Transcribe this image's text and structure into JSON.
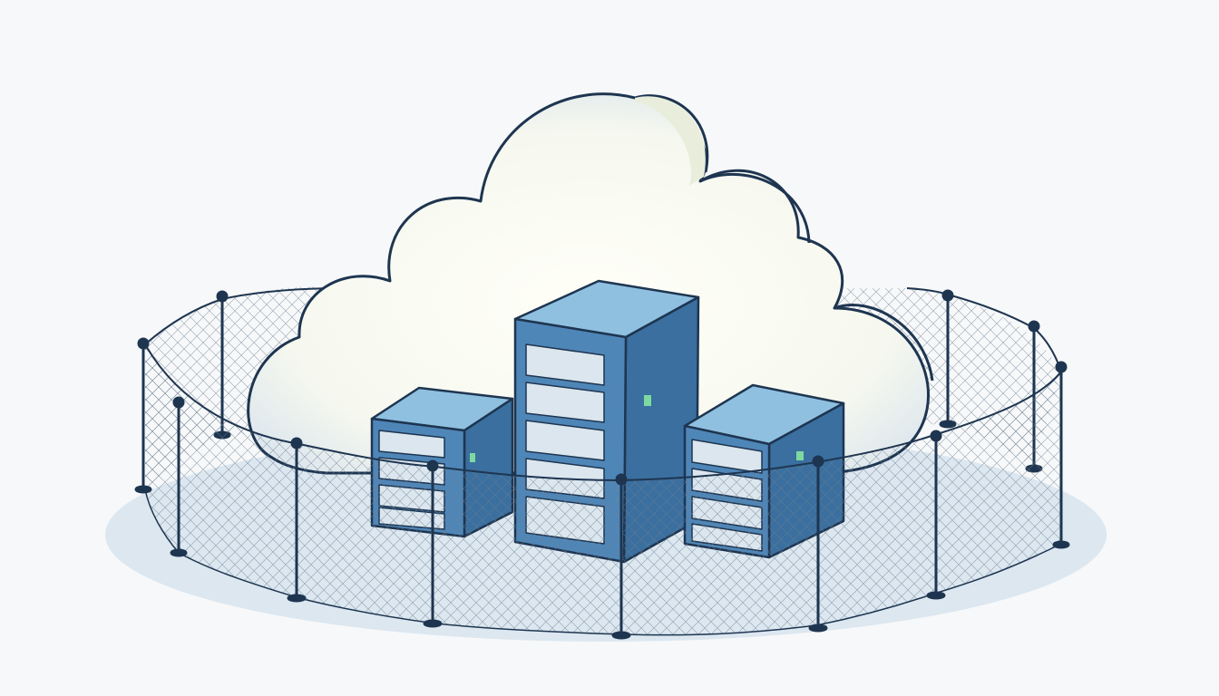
{
  "illustration": {
    "subject": [
      "cloud",
      "server-rack",
      "fence"
    ],
    "colors": {
      "background": "#f7f8f9",
      "ground": "#dce7f0",
      "cloud_fill": "#fbfcf6",
      "cloud_shade": "#e9eedc",
      "outline": "#1e3550",
      "server_front": "#4f86b8",
      "server_side": "#3a6f9f",
      "server_top": "#8fc0e0",
      "drive_bay": "#dbe6ee",
      "led": "#7ed9a0",
      "mesh": "#6b7d90"
    }
  }
}
